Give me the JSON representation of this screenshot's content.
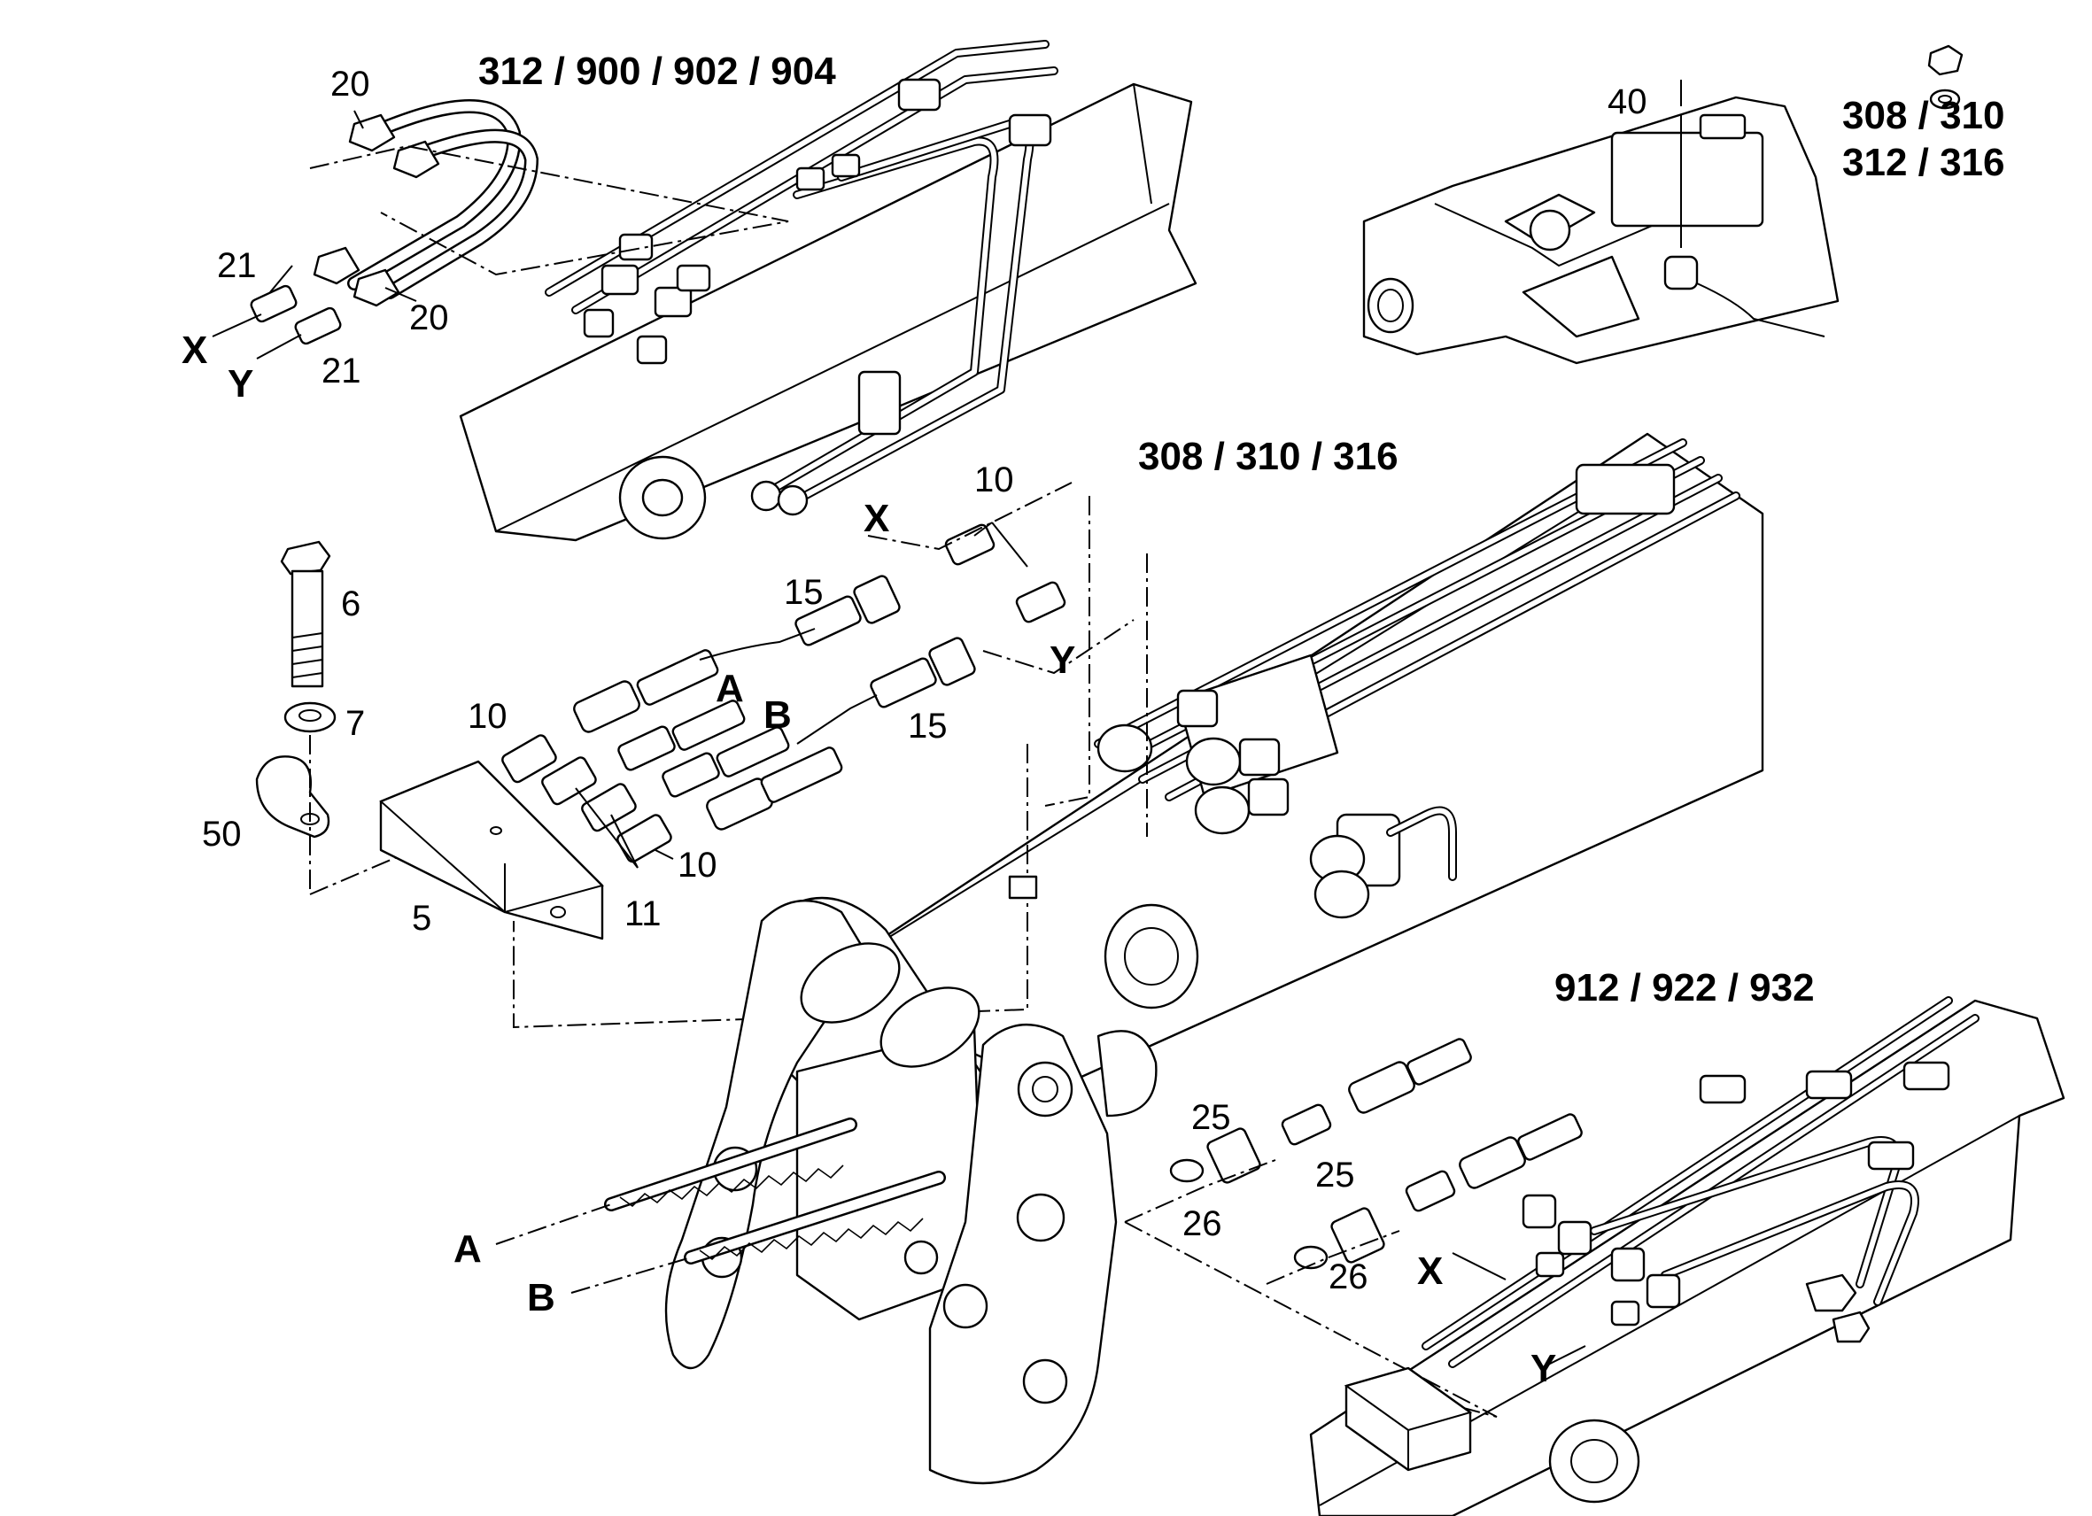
{
  "variants": {
    "top_left": "312 / 900 / 902 / 904",
    "top_right_line1": "308 / 310",
    "top_right_line2": "312 / 316",
    "center": "308 / 310 / 316",
    "bottom_right": "912 / 922 / 932"
  },
  "callouts": {
    "c20a": "20",
    "c20b": "20",
    "c21a": "21",
    "c21b": "21",
    "c40": "40",
    "c6": "6",
    "c7": "7",
    "c50": "50",
    "c5": "5",
    "c10a": "10",
    "c10b": "10",
    "c10c": "10",
    "c11": "11",
    "c15a": "15",
    "c15b": "15",
    "c25a": "25",
    "c25b": "25",
    "c26a": "26",
    "c26b": "26"
  },
  "port_letters": {
    "x_top": "X",
    "y_top": "Y",
    "x_center": "X",
    "y_center": "Y",
    "a_center": "A",
    "b_center": "B",
    "a_hose": "A",
    "b_hose": "B",
    "x_bottom": "X",
    "y_bottom": "Y"
  }
}
